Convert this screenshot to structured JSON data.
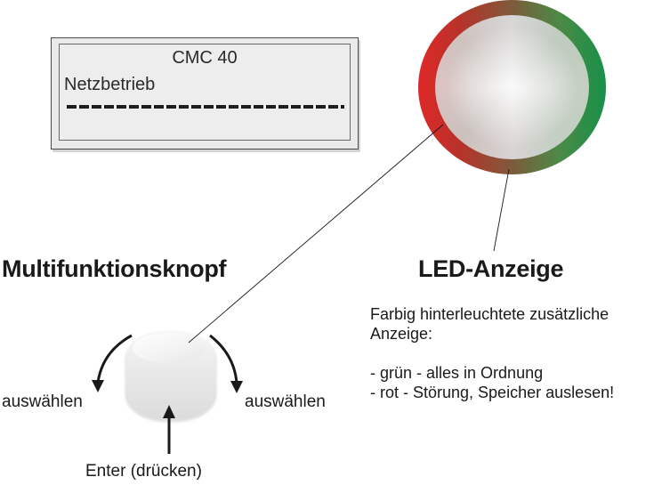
{
  "display": {
    "title": "CMC 40",
    "mode": "Netzbetrieb"
  },
  "headings": {
    "knob": "Multifunktionsknopf",
    "led": "LED-Anzeige"
  },
  "labels": {
    "rotate_left": "auswählen",
    "rotate_right": "auswählen",
    "press": "Enter (drücken)"
  },
  "led_description": {
    "line1": "Farbig hinterleuchtete zusätzliche",
    "line2": "Anzeige:",
    "line3": "- grün - alles in Ordnung",
    "line4": "- rot - Störung, Speicher auslesen!"
  },
  "colors": {
    "led_red": "#e02828",
    "led_green": "#17904a"
  }
}
